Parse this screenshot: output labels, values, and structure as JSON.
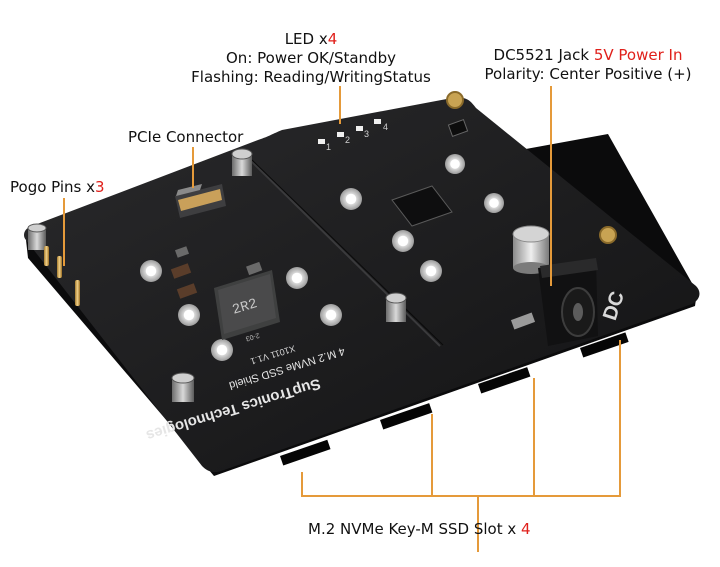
{
  "led": {
    "title_prefix": "LED x",
    "title_count": "4",
    "line1": "On: Power OK/Standby",
    "line2": "Flashing: Reading/WritingStatus"
  },
  "dc_jack": {
    "line1_prefix": "DC5521 Jack ",
    "line1_highlight": "5V Power In",
    "line2": "Polarity: Center Positive (+)"
  },
  "pcie": {
    "label": "PCIe Connector"
  },
  "pogo": {
    "prefix": "Pogo Pins x",
    "count": "3"
  },
  "ssd": {
    "prefix": "M.2 NVMe Key-M SSD Slot x ",
    "count": "4"
  },
  "board": {
    "silk_line1": "SupTronics Technologies",
    "silk_line2": "4 M.2 NVMe SSD Shield",
    "silk_line3": "X1011 V1.1",
    "silk_line4": "2-03",
    "inductor_text": "2R2",
    "led_numbers": [
      "1",
      "2",
      "3",
      "4"
    ],
    "edge_text": "DC"
  },
  "colors": {
    "board": "#1c1c1d",
    "board_edge": "#0d0d0e",
    "callout": "#e59a3a",
    "highlight": "#e0201b"
  }
}
